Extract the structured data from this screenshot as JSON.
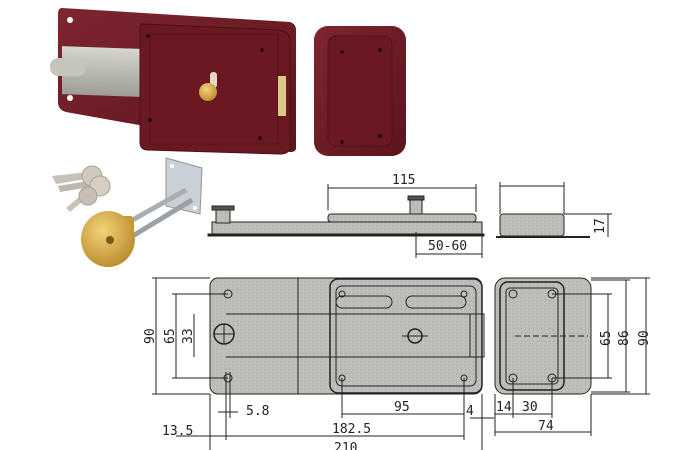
{
  "product": {
    "photos": [
      {
        "name": "rim-lock-body",
        "color": "#6e1a24"
      },
      {
        "name": "strike-keeper",
        "color": "#6e1a24"
      },
      {
        "name": "cylinder-with-keys",
        "color": "#d8b04a"
      }
    ]
  },
  "side_view": {
    "dim_width": "115",
    "dim_throw": "50-60"
  },
  "keeper_side_view": {
    "dim_height": "17"
  },
  "front_view": {
    "dim_height_total": "90",
    "dim_hole_spacing": "65",
    "dim_bolt_height": "33",
    "dim_hole_dia": "5.8",
    "dim_hole_offset": "13.5",
    "dim_screw_spacing": "95",
    "dim_edge": "4",
    "dim_hole_to_hole": "182.5",
    "dim_total_width": "210"
  },
  "keeper_front_view": {
    "dim_hole_spacing": "65",
    "dim_inner_height": "86",
    "dim_total_height": "90",
    "dim_edge_offset": "14",
    "dim_screw_spacing": "30",
    "dim_total_width": "74"
  },
  "colors": {
    "lock_red": "#6e1a24",
    "brass": "#d8b04a",
    "steel": "#b8b8b0",
    "drawing_fill": "#b9b9b5",
    "line": "#222222"
  }
}
